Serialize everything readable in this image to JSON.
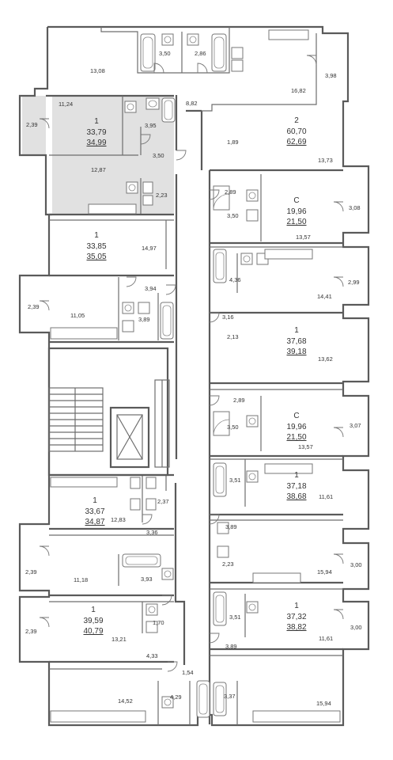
{
  "plan": {
    "apartments": [
      {
        "id": "a1",
        "rooms": "1",
        "living": "33,79",
        "total": "34,99",
        "highlighted": true
      },
      {
        "id": "a2",
        "rooms": "1",
        "living": "33,85",
        "total": "35,05"
      },
      {
        "id": "a3",
        "rooms": "1",
        "living": "33,67",
        "total": "34,87"
      },
      {
        "id": "a4",
        "rooms": "1",
        "living": "39,59",
        "total": "40,79"
      },
      {
        "id": "b1",
        "rooms": "2",
        "living": "60,70",
        "total": "62,69"
      },
      {
        "id": "b2",
        "rooms": "С",
        "living": "19,96",
        "total": "21,50"
      },
      {
        "id": "b3",
        "rooms": "1",
        "living": "37,68",
        "total": "39,18"
      },
      {
        "id": "b4",
        "rooms": "С",
        "living": "19,96",
        "total": "21,50"
      },
      {
        "id": "b5",
        "rooms": "1",
        "living": "37,18",
        "total": "38,68"
      },
      {
        "id": "b6",
        "rooms": "1",
        "living": "37,32",
        "total": "38,82"
      }
    ],
    "areas": [
      "13,08",
      "3,50",
      "2,86",
      "16,82",
      "3,98",
      "8,82",
      "11,24",
      "2,39",
      "3,95",
      "3,50",
      "12,87",
      "2,23",
      "14,97",
      "3,94",
      "2,39",
      "11,05",
      "3,89",
      "12,83",
      "2,37",
      "3,36",
      "2,39",
      "11,18",
      "3,93",
      "2,39",
      "1,70",
      "13,21",
      "4,33",
      "1,54",
      "4,29",
      "14,52",
      "3,37",
      "15,94",
      "1,89",
      "13,73",
      "2,89",
      "3,50",
      "13,57",
      "3,08",
      "4,36",
      "14,41",
      "2,99",
      "3,16",
      "2,13",
      "13,62",
      "2,89",
      "3,50",
      "13,57",
      "3,07",
      "3,51",
      "11,61",
      "3,89",
      "2,23",
      "15,94",
      "3,00",
      "3,51",
      "3,89",
      "11,61",
      "3,00"
    ]
  }
}
